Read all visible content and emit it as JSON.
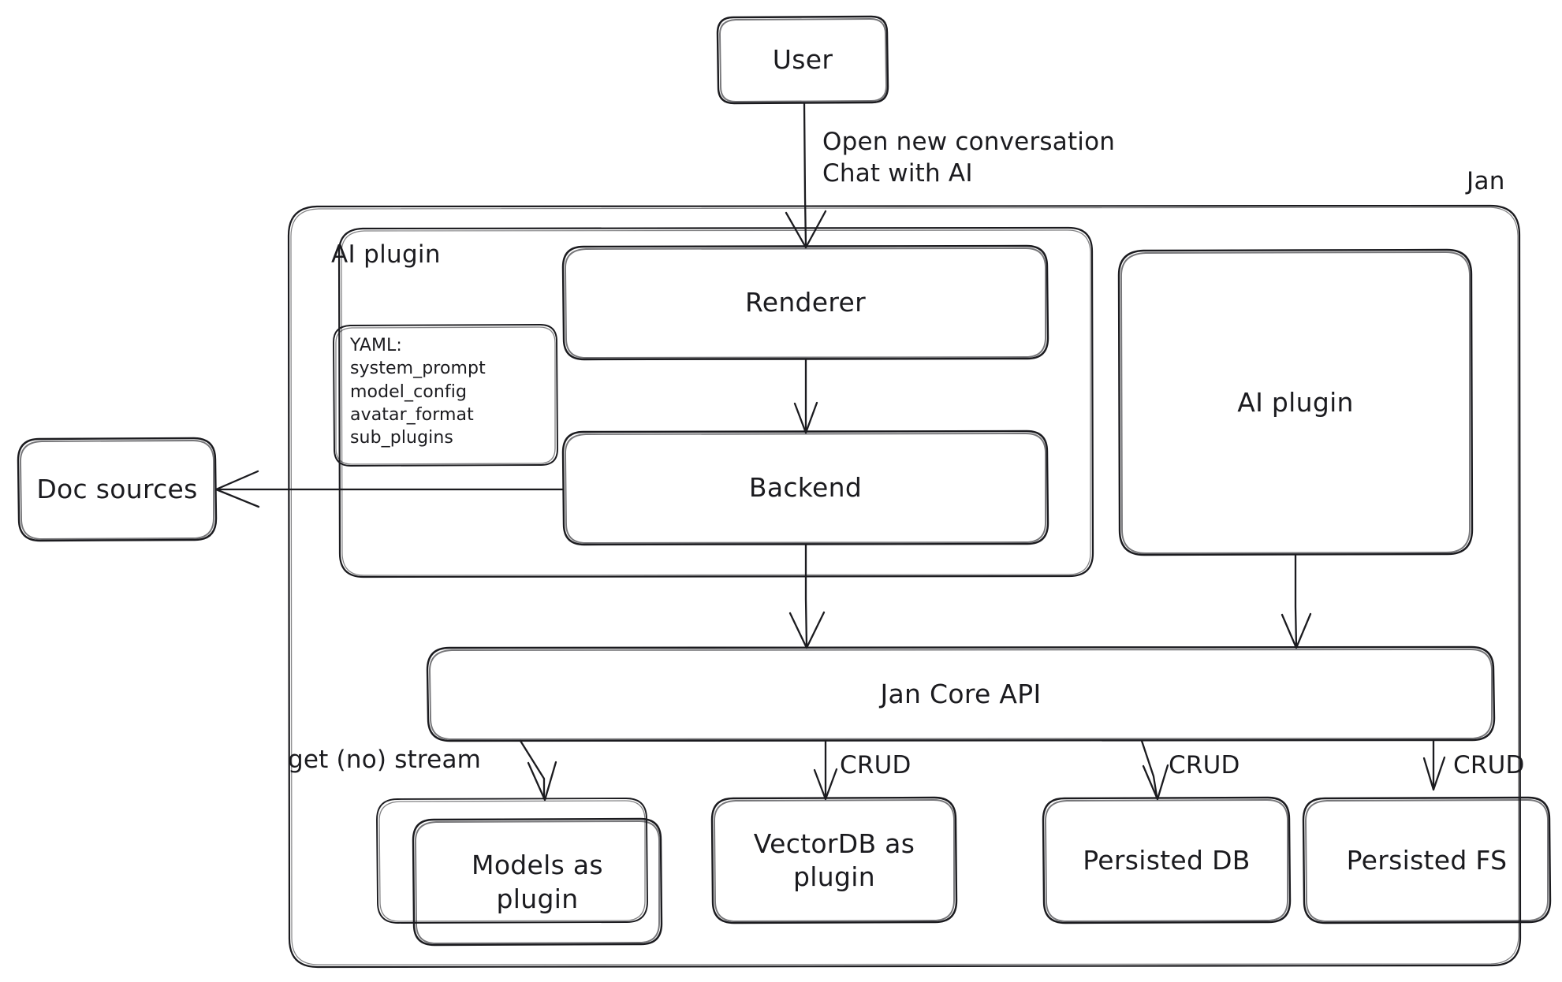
{
  "diagram": {
    "title": "Jan architecture diagram",
    "style": "hand-drawn sketch",
    "stroke_color": "#1b1b1f",
    "background_color": "#ffffff"
  },
  "nodes": {
    "user": {
      "label": "User"
    },
    "renderer": {
      "label": "Renderer"
    },
    "backend": {
      "label": "Backend"
    },
    "doc_sources": {
      "label": "Doc sources"
    },
    "ai_plugin_right": {
      "label": "AI plugin"
    },
    "jan_core_api": {
      "label": "Jan Core API"
    },
    "models_plugin": {
      "label": "Models as\nplugin"
    },
    "vectordb_plugin": {
      "label": "VectorDB as\nplugin"
    },
    "persisted_db": {
      "label": "Persisted DB"
    },
    "persisted_fs": {
      "label": "Persisted FS"
    }
  },
  "groups": {
    "jan": {
      "label": "Jan"
    },
    "ai_plugin": {
      "label": "AI plugin"
    }
  },
  "yaml_card": {
    "title": "YAML:",
    "items": [
      "system_prompt",
      "model_config",
      "avatar_format",
      "sub_plugins"
    ],
    "text": "YAML:\nsystem_prompt\nmodel_config\navatar_format\nsub_plugins"
  },
  "edge_labels": {
    "user_to_renderer": "Open new conversation\nChat with AI",
    "models": "get (no) stream",
    "vectordb": "CRUD",
    "persisted_db": "CRUD",
    "persisted_fs": "CRUD"
  }
}
